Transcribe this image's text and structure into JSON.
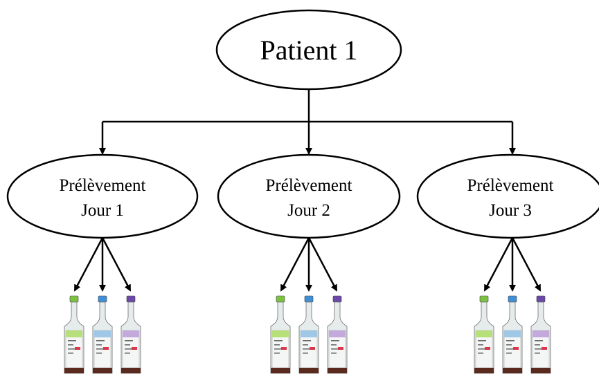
{
  "diagram": {
    "root": {
      "label": "Patient 1"
    },
    "children": [
      {
        "line1": "Prélèvement",
        "line2": "Jour 1"
      },
      {
        "line1": "Prélèvement",
        "line2": "Jour 2"
      },
      {
        "line1": "Prélèvement",
        "line2": "Jour 3"
      }
    ],
    "bottle_cap_colors": [
      "#7cc242",
      "#3f8fd6",
      "#6b49a8"
    ],
    "bottle_label_colors": [
      "#b7e07a",
      "#9fc8e6",
      "#c4a9dc"
    ],
    "bottles_per_sample": 3
  }
}
